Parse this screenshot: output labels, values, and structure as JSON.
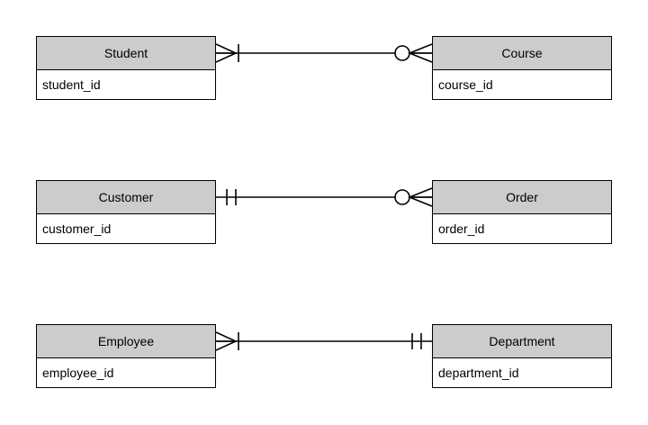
{
  "diagram": {
    "type": "entity-relationship-diagram",
    "notation": "crow's foot",
    "background_color": "#ffffff",
    "header_fill": "#cccccc",
    "line_color": "#000000",
    "relationships": [
      {
        "id": "student-course",
        "left": {
          "name": "Student",
          "attribute": "student_id",
          "cardinality": "one-or-many",
          "symbol": "crowsfoot-with-one-bar"
        },
        "right": {
          "name": "Course",
          "attribute": "course_id",
          "cardinality": "zero-or-many",
          "symbol": "circle-with-crowsfoot"
        }
      },
      {
        "id": "customer-order",
        "left": {
          "name": "Customer",
          "attribute": "customer_id",
          "cardinality": "exactly-one",
          "symbol": "two-bars"
        },
        "right": {
          "name": "Order",
          "attribute": "order_id",
          "cardinality": "zero-or-many",
          "symbol": "circle-with-crowsfoot"
        }
      },
      {
        "id": "employee-department",
        "left": {
          "name": "Employee",
          "attribute": "employee_id",
          "cardinality": "one-or-many",
          "symbol": "crowsfoot-with-one-bar"
        },
        "right": {
          "name": "Department",
          "attribute": "department_id",
          "cardinality": "exactly-one",
          "symbol": "two-bars"
        }
      }
    ]
  }
}
